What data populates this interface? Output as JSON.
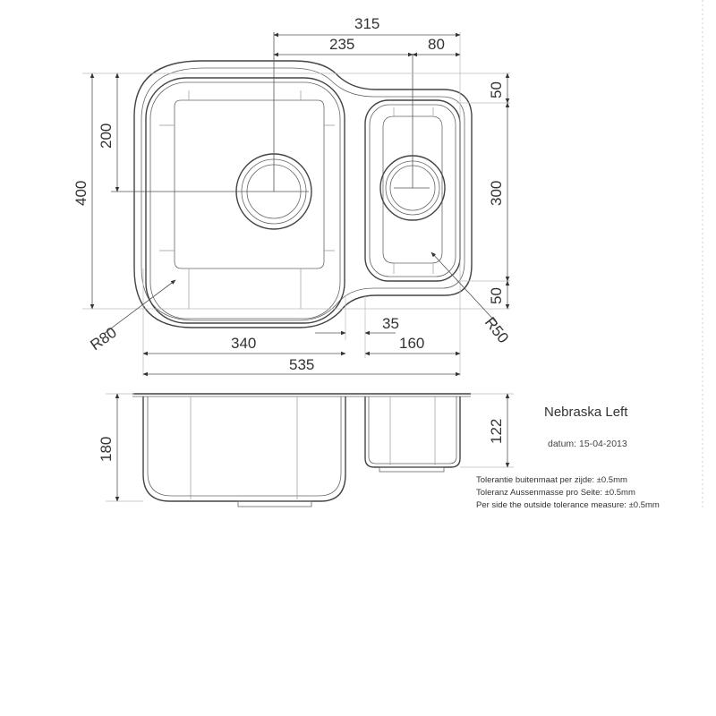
{
  "title": {
    "model": "Nebraska Left",
    "date": "datum: 15-04-2013"
  },
  "tolerances": [
    "Tolerantie buitenmaat per zijde: ±0.5mm",
    "Toleranz Aussenmasse pro Seite: ±0.5mm",
    "Per side the outside tolerance measure: ±0.5mm"
  ],
  "dimensions": {
    "top_total": "315",
    "top_main": "235",
    "top_small": "80",
    "left_total": "400",
    "left_half": "200",
    "right_top": "50",
    "right_mid": "300",
    "right_bottom": "50",
    "radius_large": "R80",
    "radius_small": "R50",
    "gap": "35",
    "width_large": "340",
    "width_small": "160",
    "width_total": "535",
    "depth_large": "180",
    "depth_small": "122"
  }
}
